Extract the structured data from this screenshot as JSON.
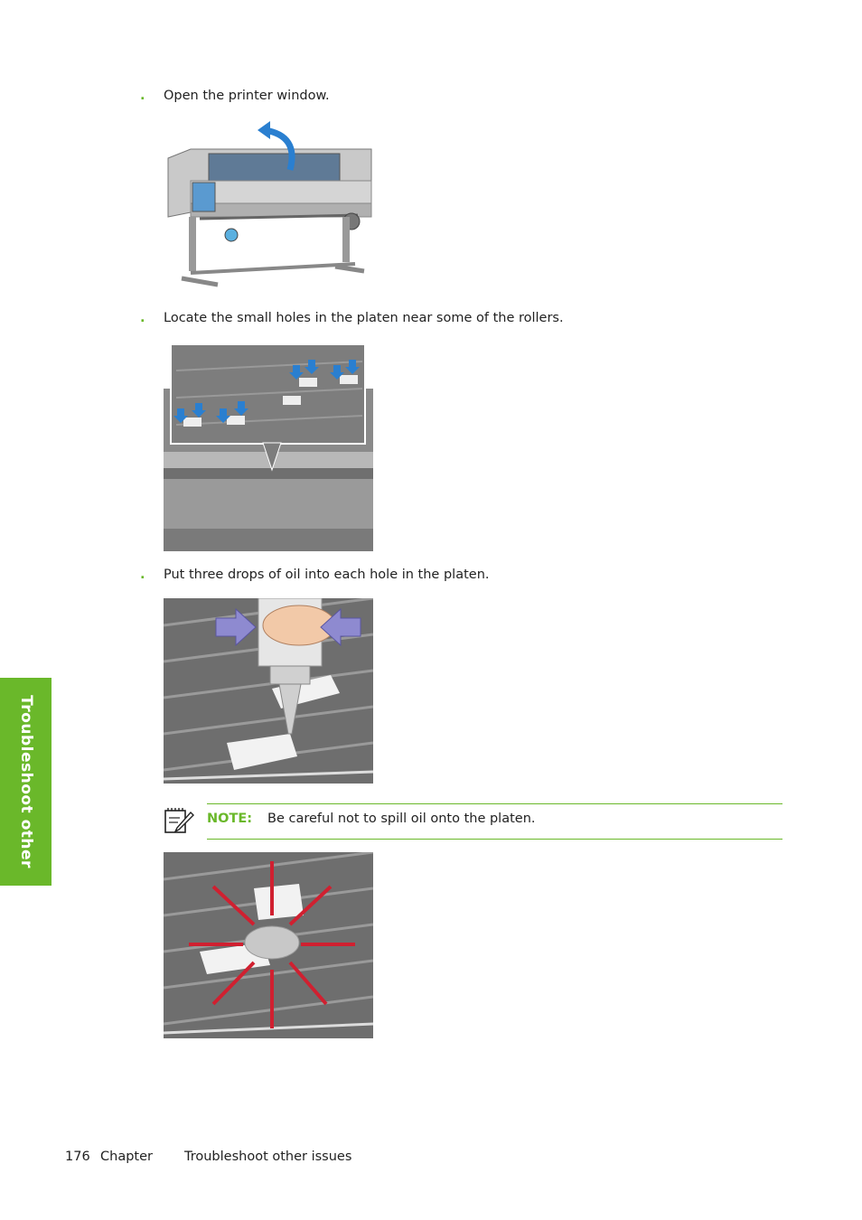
{
  "side_tab": {
    "label": "Troubleshoot other"
  },
  "steps": [
    {
      "bullet": ".",
      "text": "Open the printer window."
    },
    {
      "bullet": ".",
      "text": "Locate the small holes in the platen near some of the rollers."
    },
    {
      "bullet": ".",
      "text": "Put three drops of oil into each hole in the platen."
    }
  ],
  "note": {
    "label": "NOTE:",
    "text": "Be careful not to spill oil onto the platen."
  },
  "footer": {
    "page_number": "176",
    "chapter": "Chapter",
    "title": "Troubleshoot other issues"
  },
  "colors": {
    "accent": "#6ab82a",
    "arrow_blue": "#2a7fd0",
    "warn_red": "#d02030"
  }
}
